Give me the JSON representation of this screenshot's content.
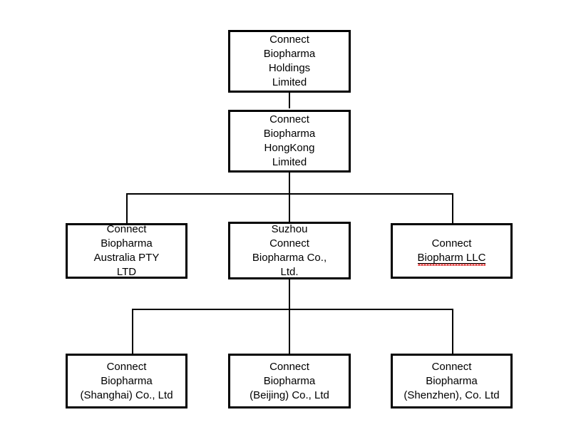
{
  "chart_data": {
    "type": "diagram",
    "title": "Connect Biopharma Corporate Organizational Structure",
    "orientation": "top-down",
    "levels": 4,
    "nodes": [
      {
        "id": "holdings",
        "level": 1,
        "lines": [
          "Connect",
          "Biopharma",
          "Holdings",
          "Limited"
        ],
        "parent": null
      },
      {
        "id": "hongkong",
        "level": 2,
        "lines": [
          "Connect",
          "Biopharma",
          "HongKong",
          "Limited"
        ],
        "parent": "holdings"
      },
      {
        "id": "australia",
        "level": 3,
        "lines": [
          "Connect",
          "Biopharma",
          "Australia PTY",
          "LTD"
        ],
        "parent": "hongkong"
      },
      {
        "id": "suzhou",
        "level": 3,
        "lines": [
          "Suzhou",
          "Connect",
          "Biopharma Co.,",
          "Ltd."
        ],
        "parent": "hongkong"
      },
      {
        "id": "llc",
        "level": 3,
        "lines": [
          "Connect",
          "Biopharm LLC"
        ],
        "parent": "hongkong",
        "spellcheck_flagged_line": "Biopharm LLC"
      },
      {
        "id": "shanghai",
        "level": 4,
        "lines": [
          "Connect",
          "Biopharma",
          "(Shanghai) Co., Ltd"
        ],
        "parent": "suzhou"
      },
      {
        "id": "beijing",
        "level": 4,
        "lines": [
          "Connect",
          "Biopharma",
          "(Beijing) Co., Ltd"
        ],
        "parent": "suzhou"
      },
      {
        "id": "shenzhen",
        "level": 4,
        "lines": [
          "Connect",
          "Biopharma",
          "(Shenzhen), Co. Ltd"
        ],
        "parent": "suzhou"
      }
    ],
    "colors": {
      "box_border": "#000000",
      "box_fill": "#ffffff",
      "connector": "#000000",
      "text": "#000000",
      "spellcheck_underline": "#e03030",
      "background": "#ffffff"
    }
  },
  "boxes": {
    "holdings": {
      "line1": "Connect",
      "line2": "Biopharma",
      "line3": "Holdings",
      "line4": "Limited"
    },
    "hongkong": {
      "line1": "Connect",
      "line2": "Biopharma",
      "line3": "HongKong",
      "line4": "Limited"
    },
    "australia": {
      "line1": "Connect",
      "line2": "Biopharma",
      "line3": "Australia PTY",
      "line4": "LTD"
    },
    "suzhou": {
      "line1": "Suzhou",
      "line2": "Connect",
      "line3": "Biopharma Co.,",
      "line4": "Ltd."
    },
    "llc": {
      "line1": "Connect",
      "line2": "Biopharm LLC"
    },
    "shanghai": {
      "line1": "Connect",
      "line2": "Biopharma",
      "line3": "(Shanghai) Co., Ltd"
    },
    "beijing": {
      "line1": "Connect",
      "line2": "Biopharma",
      "line3": "(Beijing) Co., Ltd"
    },
    "shenzhen": {
      "line1": "Connect",
      "line2": "Biopharma",
      "line3": "(Shenzhen), Co. Ltd"
    }
  }
}
